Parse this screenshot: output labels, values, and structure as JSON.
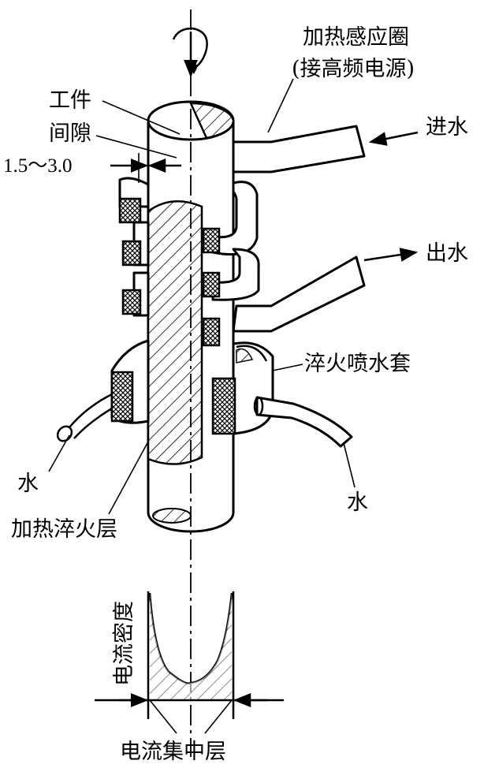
{
  "labels": {
    "inductor": "加热感应圈",
    "inductor_note": "(接高频电源)",
    "workpiece": "工件",
    "gap": "间隙",
    "gap_value": "1.5～3.0",
    "water_in": "进水",
    "water_out": "出水",
    "spray_jacket": "淬火喷水套",
    "water_left": "水",
    "water_right": "水",
    "hardened_layer": "加热淬火层",
    "current_density": "电流密度",
    "current_layer": "电流集中层"
  }
}
